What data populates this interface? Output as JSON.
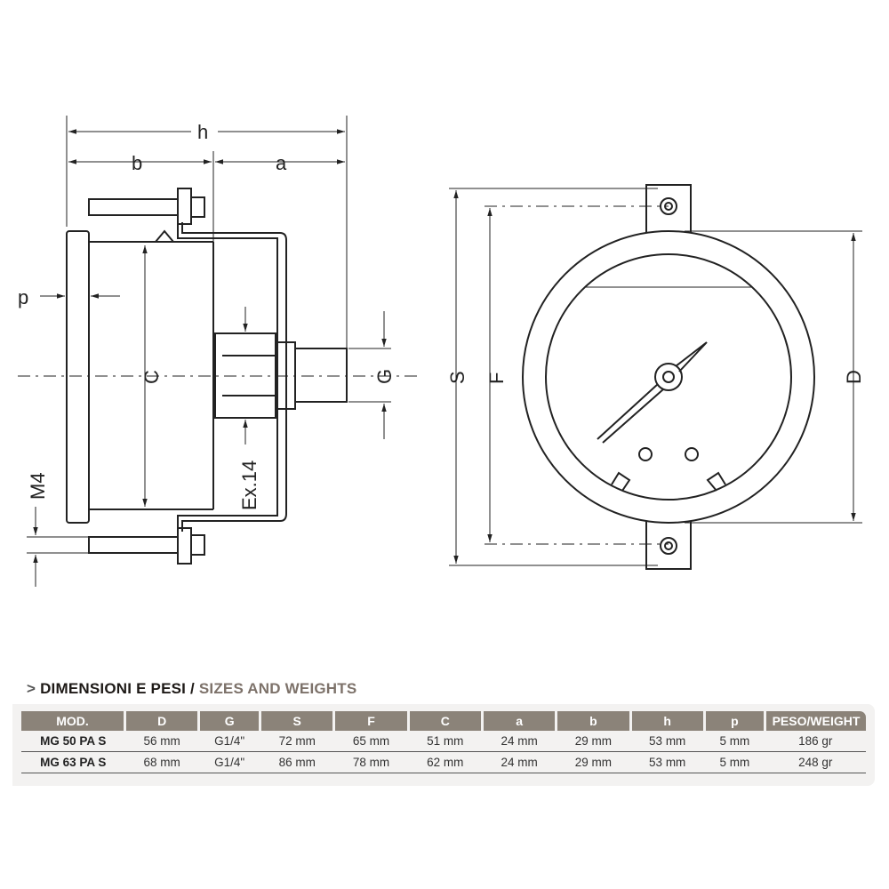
{
  "drawing": {
    "labels": {
      "h": "h",
      "b": "b",
      "a": "a",
      "p": "p",
      "C": "C",
      "M4": "M4",
      "Ex14": "Ex.14",
      "G": "G",
      "S": "S",
      "F": "F",
      "D": "D"
    }
  },
  "section": {
    "prefix": ">",
    "title_it": "DIMENSIONI E PESI",
    "separator": "/",
    "title_en": "SIZES AND WEIGHTS"
  },
  "table": {
    "headers": [
      "MOD.",
      "D",
      "G",
      "S",
      "F",
      "C",
      "a",
      "b",
      "h",
      "p",
      "PESO/WEIGHT"
    ],
    "rows": [
      [
        "MG 50 PA S",
        "56 mm",
        "G1/4\"",
        "72 mm",
        "65 mm",
        "51 mm",
        "24 mm",
        "29 mm",
        "53 mm",
        "5 mm",
        "186 gr"
      ],
      [
        "MG 63 PA S",
        "68 mm",
        "G1/4\"",
        "86 mm",
        "78 mm",
        "62 mm",
        "24 mm",
        "29 mm",
        "53 mm",
        "5 mm",
        "248 gr"
      ]
    ]
  },
  "colors": {
    "header_bg": "#8b8379",
    "title_en": "#7d726a",
    "line": "#222222"
  }
}
